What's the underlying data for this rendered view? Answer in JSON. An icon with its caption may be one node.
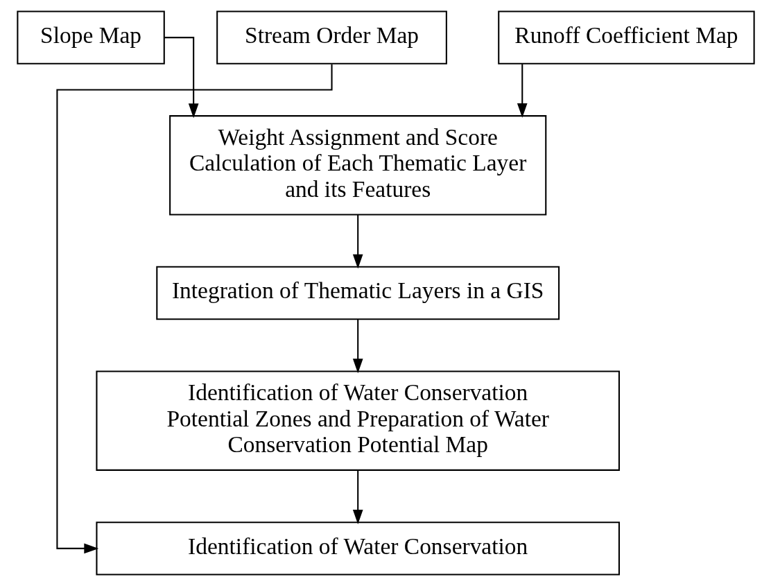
{
  "diagram": {
    "nodes": [
      {
        "text": [
          "Slope Map"
        ]
      },
      {
        "text": [
          "Runoff Coefficient Map"
        ]
      },
      {
        "text": [
          "Stream Order Map"
        ]
      },
      {
        "text": [
          "Weight Assignment and Score Calculation of Each Thematic Layer and its Features"
        ]
      },
      {
        "text": [
          "Integration of Thematic Layers in a GIS"
        ]
      },
      {
        "text": [
          "Identification of Water Conservation Potential Zones and Preparation of Water Conservation Potential Map"
        ]
      },
      {
        "text": [
          "Identification of Water Conservation"
        ]
      }
    ],
    "edges": [
      {
        "from": 0,
        "to": 3,
        "arrow": "to"
      },
      {
        "from": 1,
        "to": 3,
        "arrow": "to"
      },
      {
        "from": 3,
        "to": 4,
        "arrow": "to"
      },
      {
        "from": 4,
        "to": 5,
        "arrow": "to"
      },
      {
        "from": 5,
        "to": 6,
        "arrow": "to"
      },
      {
        "from": 2,
        "to": 6,
        "arrow": "to"
      }
    ]
  }
}
